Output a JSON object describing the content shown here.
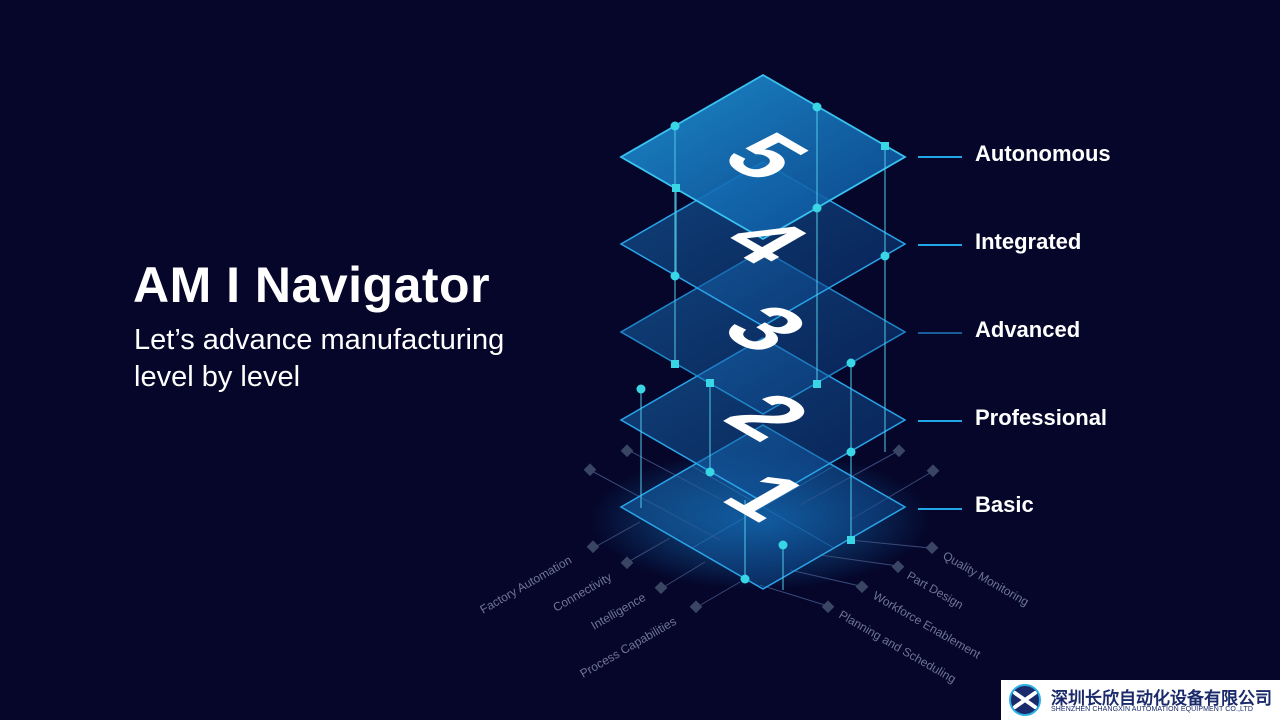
{
  "hero": {
    "title": "AM I Navigator",
    "subtitle_line1": "Let’s advance manufacturing",
    "subtitle_line2": "level by level"
  },
  "levels": [
    {
      "number": "5",
      "name": "Autonomous"
    },
    {
      "number": "4",
      "name": "Integrated"
    },
    {
      "number": "3",
      "name": "Advanced"
    },
    {
      "number": "2",
      "name": "Professional"
    },
    {
      "number": "1",
      "name": "Basic"
    }
  ],
  "axes_left": [
    "Factory Automation",
    "Connectivity",
    "Intelligence",
    "Process Capabilities"
  ],
  "axes_right": [
    "Quality Monitoring",
    "Part Design",
    "Workforce Enablement",
    "Planning and Scheduling"
  ],
  "watermark": {
    "cn": "深圳长欣自动化设备有限公司",
    "en": "SHENZHEN CHANGXIN AUTOMATION EQUIPMENT CO.,LTD"
  },
  "colors": {
    "background": "#05062a",
    "accent": "#1ea6e6",
    "node": "#39d6e6"
  }
}
